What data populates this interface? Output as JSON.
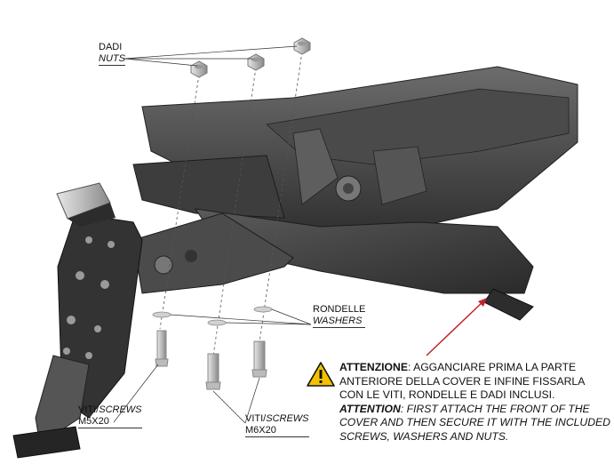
{
  "labels": {
    "nuts_it": "DADI",
    "nuts_en": "NUTS",
    "washers_it": "RONDELLE",
    "washers_en": "WASHERS",
    "screws_m5_it": "VITI/",
    "screws_m5_en": "SCREWS",
    "screws_m5_size": "M5X20",
    "screws_m6_it": "VITI/",
    "screws_m6_en": "SCREWS",
    "screws_m6_size": "M6X20"
  },
  "warning": {
    "it_title": "ATTENZIONE",
    "it_text": ": AGGANCIARE PRIMA LA PARTE ANTERIORE DELLA COVER E INFINE FISSARLA CON LE VITI, RONDELLE E DADI INCLUSI.",
    "en_title": "ATTENTION",
    "en_text": ": FIRST ATTACH THE FRONT OF THE COVER AND THEN SECURE IT WITH THE INCLUDED SCREWS, WASHERS AND NUTS."
  },
  "colors": {
    "part_dark": "#3a3a3a",
    "part_mid": "#5a5a5a",
    "arrow": "#c0262c",
    "warning_fill": "#f2c200"
  },
  "icons": {
    "warning": "warning-triangle-icon"
  }
}
